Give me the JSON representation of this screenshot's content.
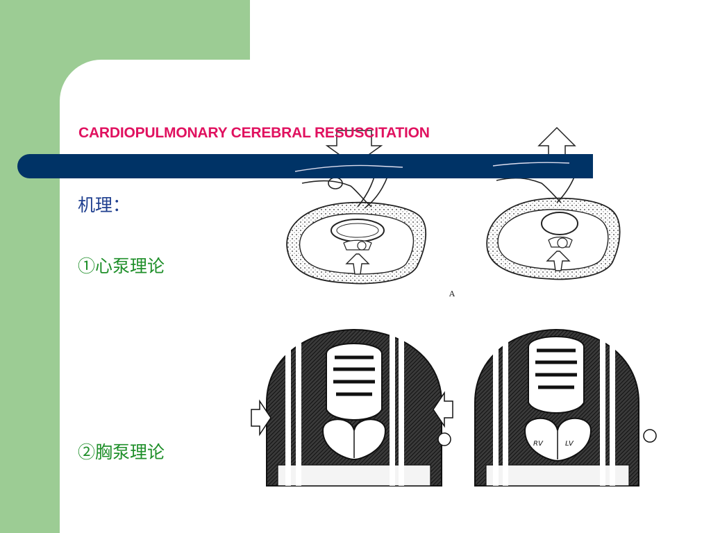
{
  "slide": {
    "title": "CARDIOPULMONARY CEREBRAL RESUSCITATION",
    "mechanism_label": "机理：",
    "theory_1": "①心泵理论",
    "theory_2": "②胸泵理论"
  },
  "figure": {
    "panel_label": "A",
    "bottom_labels": {
      "rv": "RV",
      "lv": "LV"
    }
  },
  "colors": {
    "left_panel": "#9ccc94",
    "title": "#e0115f",
    "bar": "#003366",
    "mechanism_text": "#1f3f8f",
    "theory_text": "#1f8f2a"
  },
  "icons": [
    "down-arrow-icon",
    "up-arrow-icon",
    "left-arrow-icon",
    "right-arrow-icon"
  ]
}
